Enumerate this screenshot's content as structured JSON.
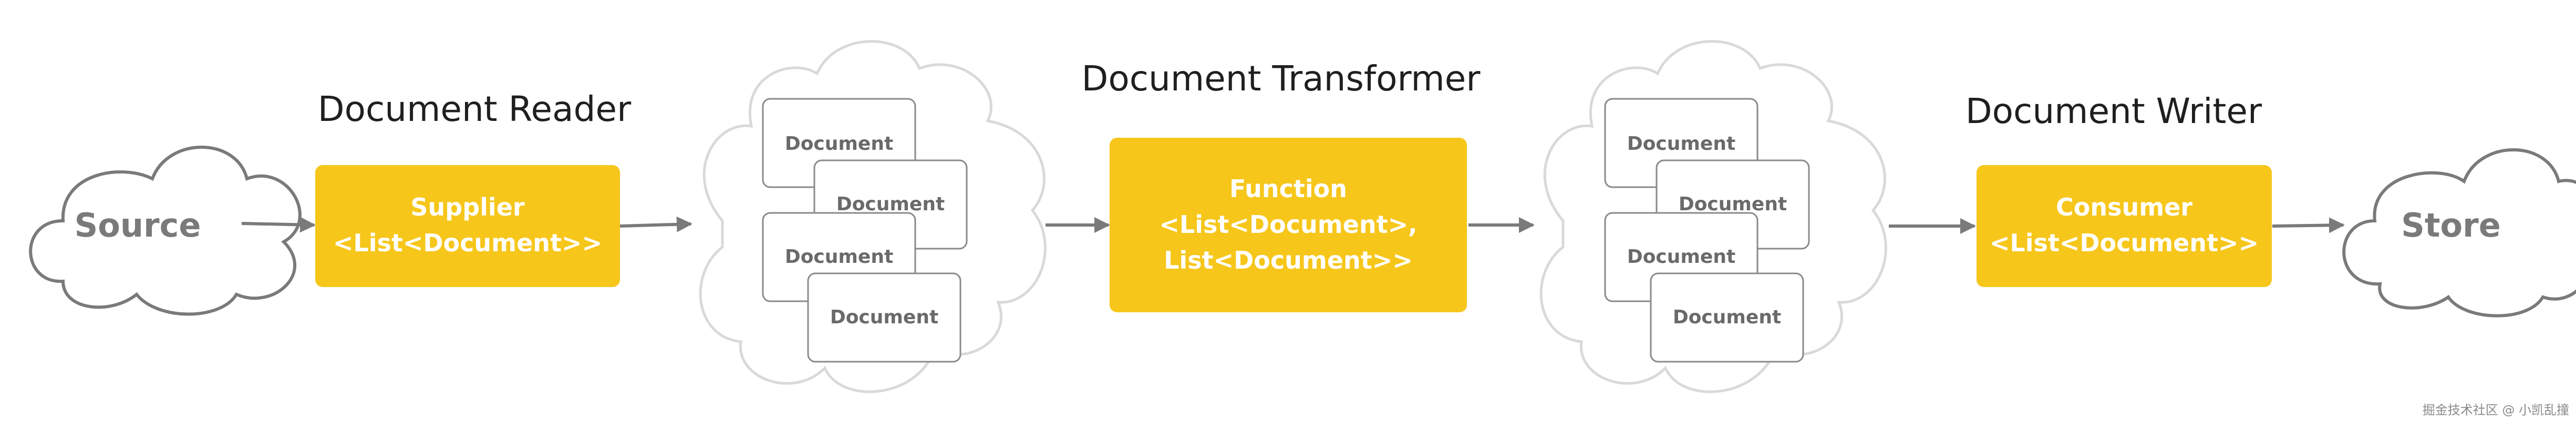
{
  "headings": {
    "reader": "Document Reader",
    "transformer": "Document Transformer",
    "writer": "Document Writer"
  },
  "source": "Source",
  "store": "Store",
  "supplier": {
    "line1": "Supplier",
    "line2": "<List<Document>>"
  },
  "function": {
    "line1": "Function",
    "line2": "<List<Document>,",
    "line3": "List<Document>>"
  },
  "consumer": {
    "line1": "Consumer",
    "line2": "<List<Document>>"
  },
  "document_label": "Document",
  "watermark": "掘金技术社区 @ 小凯乱撞",
  "colors": {
    "accent_box": "#F6C61A",
    "arrow": "#7a7a7a",
    "cloud_outline": "#7a7a7a",
    "big_cloud_outline": "#d9d9d9",
    "doc_border": "#8a8a8a"
  }
}
